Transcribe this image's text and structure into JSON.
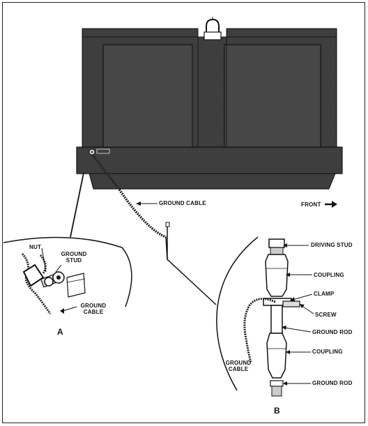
{
  "labels": {
    "ground_cable_main": "GROUND CABLE",
    "front": "FRONT",
    "nut": "NUT",
    "ground_stud": "GROUND STUD",
    "ground_cable_a": "GROUND CABLE",
    "view_a": "A",
    "driving_stud": "DRIVING STUD",
    "coupling_upper": "COUPLING",
    "clamp": "CLAMP",
    "screw": "SCREW",
    "ground_rod_upper": "GROUND ROD",
    "coupling_lower": "COUPLING",
    "ground_cable_b": "GROUND CABLE",
    "ground_rod_lower": "GROUND ROD",
    "view_b": "B"
  },
  "colors": {
    "body": "#3c3c3c",
    "panel": "#4a4a4a",
    "line": "#111111"
  }
}
